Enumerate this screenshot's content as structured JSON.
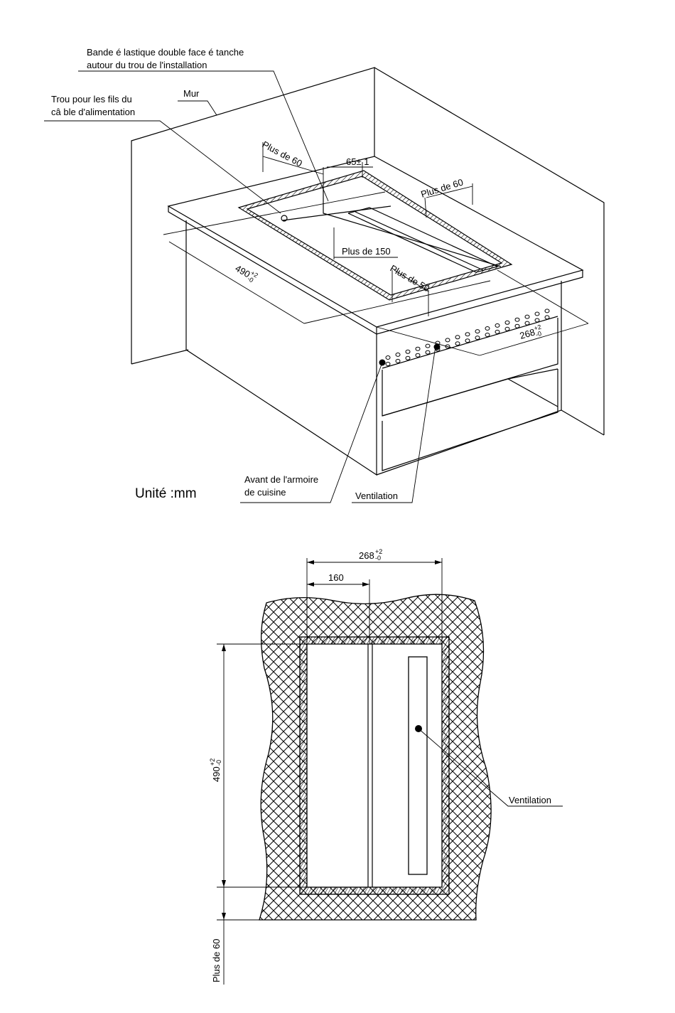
{
  "top_view": {
    "label_strip_line1": "Bande é lastique double face é tanche",
    "label_strip_line2": "autour du trou de l'installation",
    "label_hole_line1": "Trou pour les fils du",
    "label_hole_line2": "câ ble d'alimentation",
    "label_wall": "Mur",
    "dim_plus60_left": "Plus de 60",
    "dim_65": "65± 1",
    "dim_plus60_right": "Plus de 60",
    "dim_plus150": "Plus de 150",
    "dim_plus50": "Plus de 50",
    "dim_490": "490",
    "dim_490_tol_up": "+2",
    "dim_490_tol_down": "-0",
    "dim_268": "268",
    "dim_268_tol_up": "+2",
    "dim_268_tol_down": "-0",
    "label_front_line1": "Avant de l'armoire",
    "label_front_line2": "de cuisine",
    "label_vent": "Ventilation",
    "unit": "Unité :mm"
  },
  "bottom_view": {
    "dim_268": "268",
    "dim_268_tol_up": "+2",
    "dim_268_tol_down": "-0",
    "dim_160": "160",
    "dim_490": "490",
    "dim_490_tol_up": "+2",
    "dim_490_tol_down": "-0",
    "label_vent": "Ventilation",
    "dim_plus60": "Plus de 60"
  },
  "colors": {
    "line": "#000000",
    "background": "#ffffff"
  }
}
